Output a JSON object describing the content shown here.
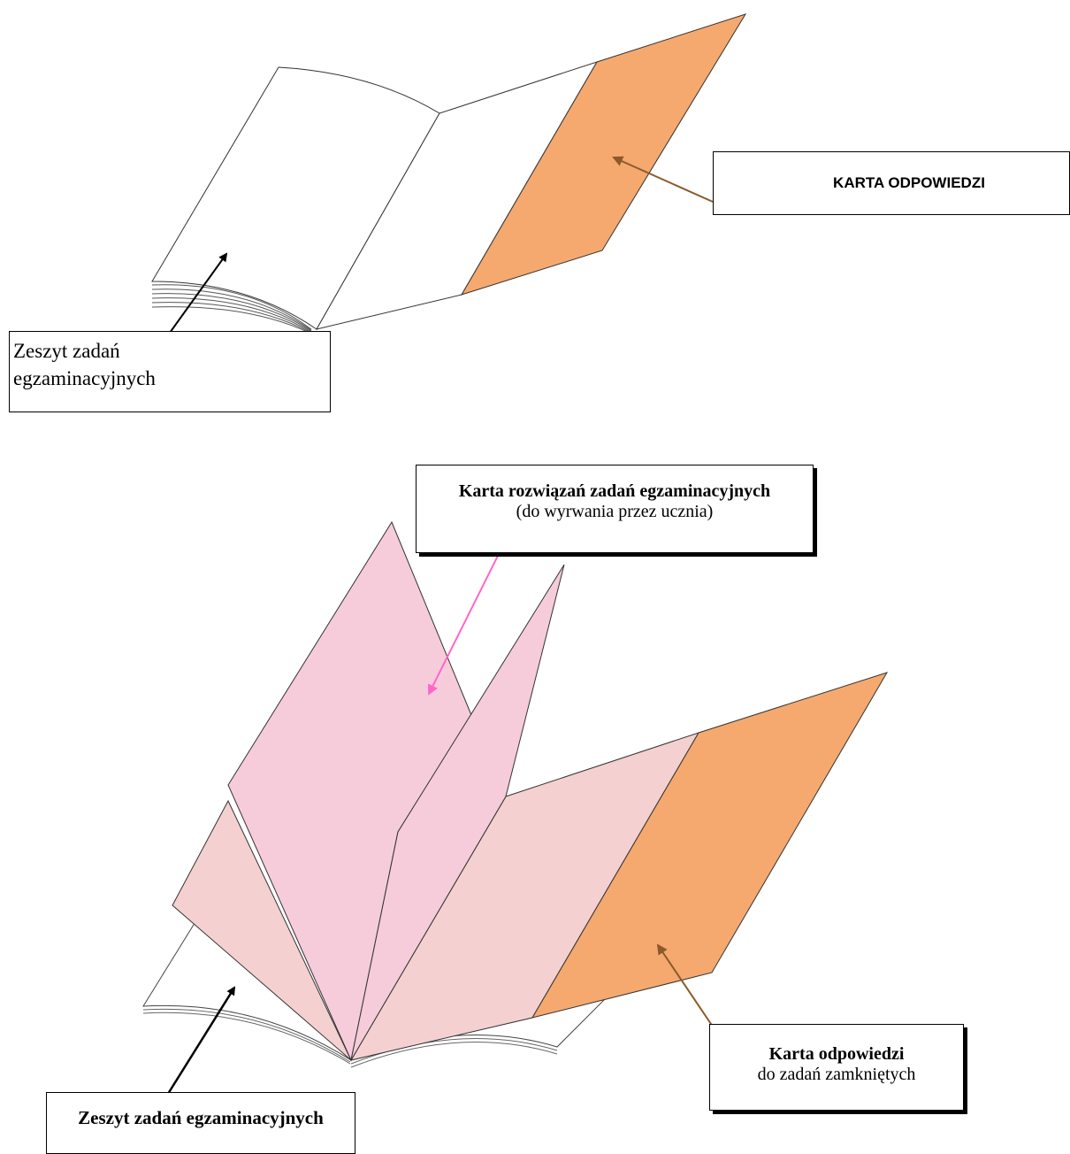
{
  "top": {
    "answer_card_label": "KARTA ODPOWIEDZI",
    "booklet_label_line1": "Zeszyt zadań",
    "booklet_label_line2": "egzaminacyjnych"
  },
  "bottom": {
    "solutions_card_title": "Karta rozwiązań zadań egzaminacyjnych",
    "solutions_card_note": "(do wyrwania przez ucznia)",
    "answer_card_title": "Karta odpowiedzi",
    "answer_card_note": "do zadań zamkniętych",
    "booklet_label": "Zeszyt zadań egzaminacyjnych"
  },
  "colors": {
    "answer_card_fill": "#f5a96e",
    "solutions_card_fill": "#f6ccda",
    "page_fill_light": "#f5d0d0",
    "arrow_brown": "#8b5a2b",
    "arrow_pink": "#ff66cc"
  }
}
